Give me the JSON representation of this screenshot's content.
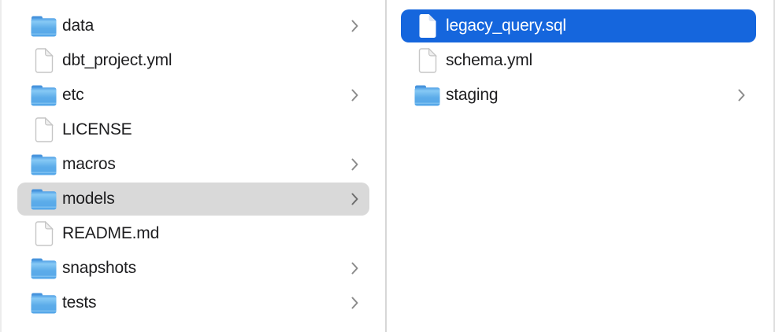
{
  "app": "finder-column-view",
  "columns": [
    {
      "name": "left",
      "items": [
        {
          "label": "data",
          "type": "folder",
          "chevron": true,
          "selected": null
        },
        {
          "label": "dbt_project.yml",
          "type": "file",
          "chevron": false,
          "selected": null
        },
        {
          "label": "etc",
          "type": "folder",
          "chevron": true,
          "selected": null
        },
        {
          "label": "LICENSE",
          "type": "file",
          "chevron": false,
          "selected": null
        },
        {
          "label": "macros",
          "type": "folder",
          "chevron": true,
          "selected": null
        },
        {
          "label": "models",
          "type": "folder",
          "chevron": true,
          "selected": "gray"
        },
        {
          "label": "README.md",
          "type": "file",
          "chevron": false,
          "selected": null
        },
        {
          "label": "snapshots",
          "type": "folder",
          "chevron": true,
          "selected": null
        },
        {
          "label": "tests",
          "type": "folder",
          "chevron": true,
          "selected": null
        }
      ]
    },
    {
      "name": "right",
      "items": [
        {
          "label": "legacy_query.sql",
          "type": "file",
          "chevron": false,
          "selected": "blue"
        },
        {
          "label": "schema.yml",
          "type": "file",
          "chevron": false,
          "selected": null
        },
        {
          "label": "staging",
          "type": "folder",
          "chevron": true,
          "selected": null
        }
      ]
    }
  ],
  "colors": {
    "selection_blue": "#1566dd",
    "selection_gray": "#d9d9d9",
    "background": "#ffffff",
    "text": "#1d1d1f",
    "selected_text": "#ffffff",
    "divider": "#d7d7d7",
    "chevron": "#8b8b8b",
    "folder_blue_top": "#87c9f5",
    "folder_blue_bottom": "#4f9de6",
    "folder_tab": "#4793dc"
  }
}
